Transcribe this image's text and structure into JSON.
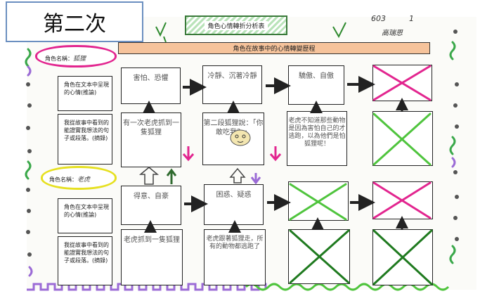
{
  "label": "第二次",
  "title": "角色心情轉折分析表",
  "header_bar": "角色在故事中的心情轉變歷程",
  "student": {
    "class_no": "603",
    "number": "1",
    "name": "高瑞恩"
  },
  "role1": {
    "name_label": "角色名稱：",
    "name_value": "狐狸",
    "row_mood": "角色在文本中呈現的心情(推論)",
    "row_evidence": "我從故事中看到的能證實我想法的句子或段落。(摘錄)",
    "moods": [
      "害怕、恐懼",
      "冷靜、沉著冷靜",
      "驕傲、自傲"
    ],
    "evidence": [
      "有一次老虎抓到一隻狐狸",
      "第二段狐狸說：「你敢吃我？」",
      "老虎不知道那些動物是因為害怕自己的才逃跑，以為他們是怕狐狸呢！"
    ]
  },
  "role2": {
    "name_label": "角色名稱：",
    "name_value": "老虎",
    "row_mood": "角色在文本中呈現的心情(推論)",
    "row_evidence": "我從故事中看到的能證實我想法的句子或段落。(摘錄)",
    "moods": [
      "得意、自豪",
      "困惑、疑惑"
    ],
    "evidence": [
      "老虎抓到一隻狐狸",
      "老虎跟著狐狸走，所有的動物都逃跑了"
    ]
  },
  "colors": {
    "pink": "#e2258f",
    "green": "#4fc43d",
    "darkgreen": "#1f7a1f",
    "purple": "#9b6bd6",
    "yellow": "#e6e020"
  }
}
